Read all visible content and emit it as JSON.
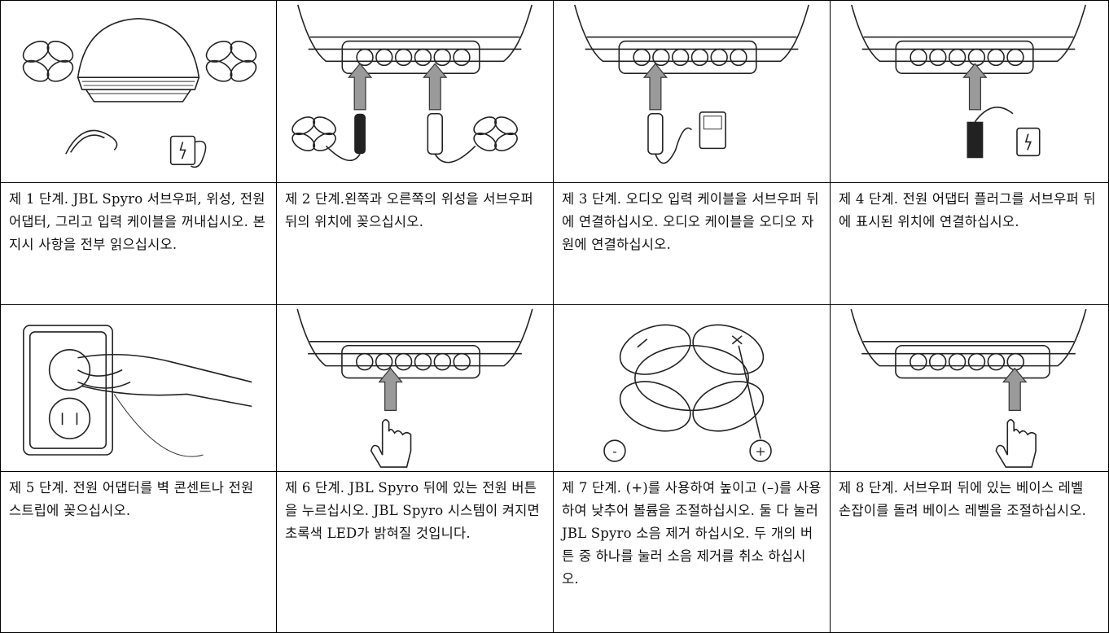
{
  "steps": [
    {
      "text": "제 1 단계. JBL Spyro 서브우퍼, 위성, 전원 어댑터, 그리고 입력 케이블을 꺼내십시오. 본 지시 사항을 전부 읽으십시오."
    },
    {
      "text": "제 2 단계.왼쪽과 오른쪽의 위성을 서브우퍼 뒤의 위치에 꽂으십시오."
    },
    {
      "text": "제 3 단계. 오디오 입력 케이블을 서브우퍼 뒤에 연결하십시오. 오디오 케이블을 오디오 자원에 연결하십시오."
    },
    {
      "text": "제 4 단계. 전원 어댑터 플러그를 서브우퍼 뒤에 표시된 위치에 연결하십시오."
    },
    {
      "text": "제 5 단계. 전원 어댑터를 벽 콘센트나 전원 스트립에 꽂으십시오."
    },
    {
      "text": "제 6 단계. JBL Spyro 뒤에 있는 전원 버튼을 누르십시오. JBL Spyro 시스템이 켜지면 초록색 LED가 밝혀질 것입니다."
    },
    {
      "text": "제 7 단계. (+)를 사용하여 높이고 (–)를 사용하여 낮추어 볼륨을 조절하십시오. 둘 다 눌러 JBL Spyro 소음 제거 하십시오. 두 개의 버튼 중 하나를 눌러 소음 제거를 취소 하십시오."
    },
    {
      "text": "제 8 단계. 서브우퍼 뒤에 있는 베이스 레벨 손잡이를 돌려 베이스 레벨을 조절하십시오."
    }
  ],
  "volume_labels": {
    "minus": "-",
    "plus": "+"
  }
}
